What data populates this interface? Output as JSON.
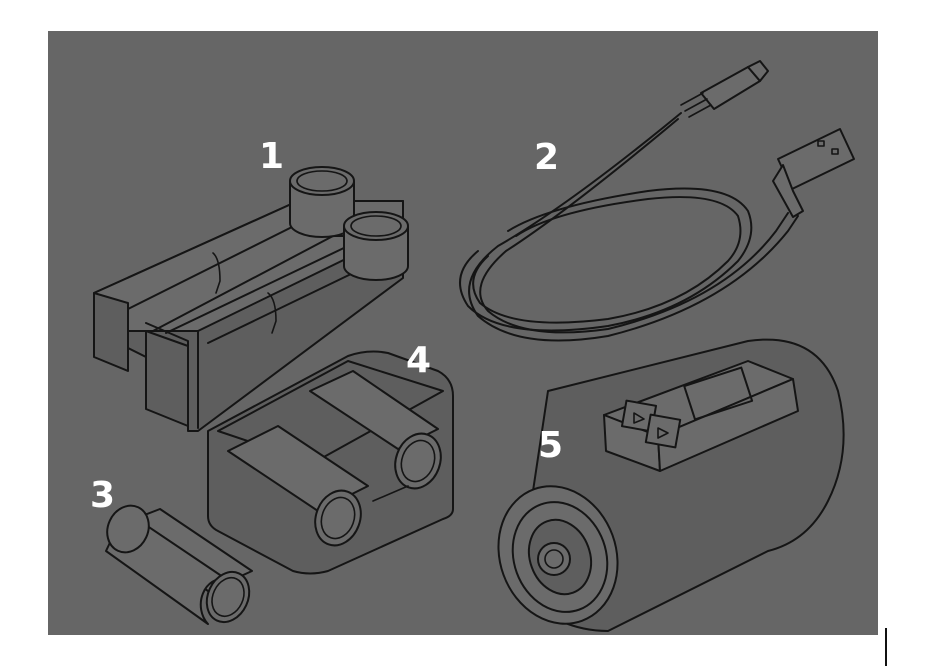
{
  "labels": {
    "charger": "1",
    "usb_cable": "2",
    "battery": "3",
    "battery_case": "4",
    "device": "5"
  },
  "colors": {
    "background": "#666666",
    "line": "#151515",
    "label": "#ffffff"
  }
}
